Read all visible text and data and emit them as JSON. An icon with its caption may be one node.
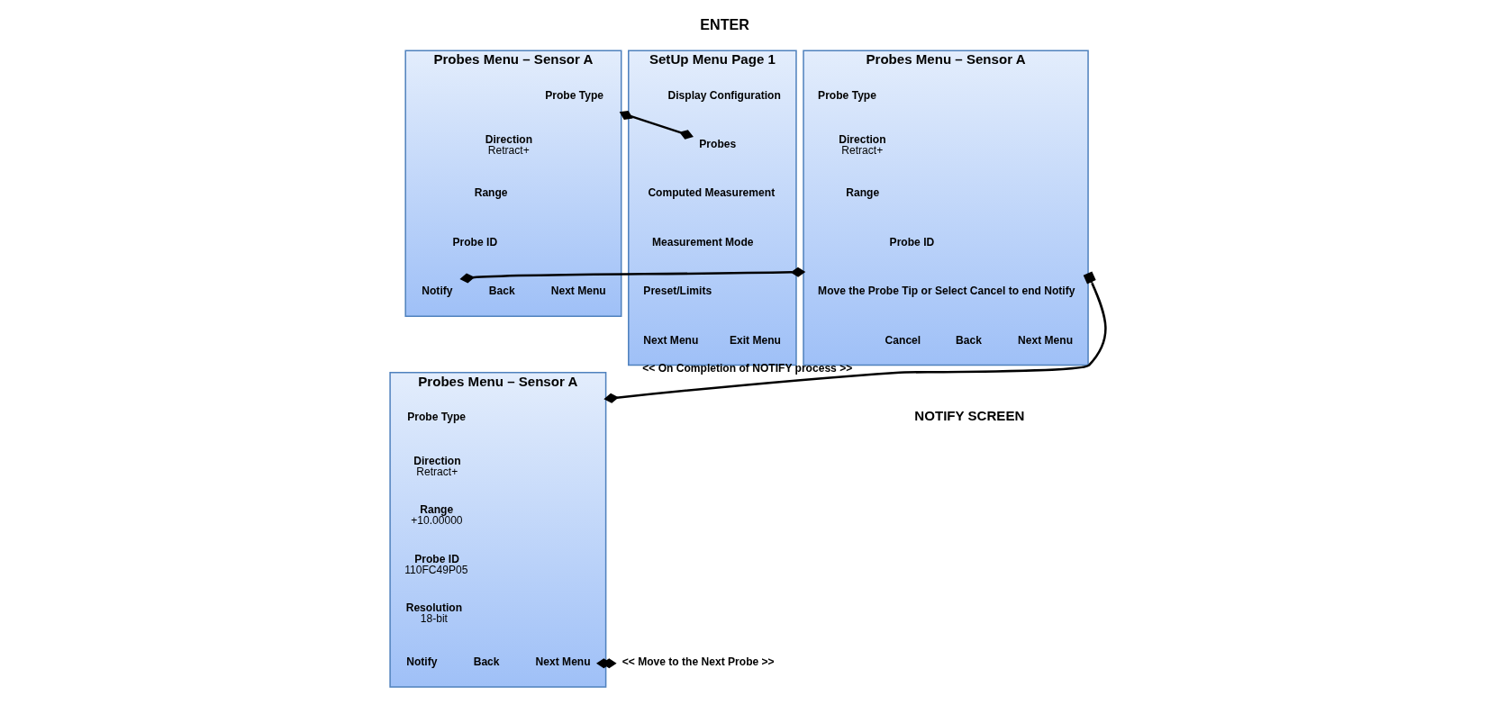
{
  "diagram": {
    "nodes": [
      {
        "text": [
          "SetUp Menu Page 1"
        ]
      },
      {
        "text": [
          "Display Configuration"
        ],
        "in": 0
      },
      {
        "text": [
          "Probes"
        ],
        "in": 0
      },
      {
        "text": [
          "Computed Measurement"
        ],
        "in": 0
      },
      {
        "text": [
          "Measurement Mode"
        ],
        "in": 0
      },
      {
        "text": [
          "Preset/Limits"
        ],
        "in": 0
      },
      {
        "text": [
          "Next Menu"
        ],
        "in": 0
      },
      {
        "text": [
          "Exit Menu"
        ],
        "in": 0
      },
      {
        "text": [
          "Probes Menu – Sensor A"
        ]
      },
      {
        "text": [
          "Probe Type"
        ],
        "in": 8
      },
      {
        "text": [
          "Direction",
          "Retract+"
        ],
        "in": 8
      },
      {
        "text": [
          "Range"
        ],
        "in": 8
      },
      {
        "text": [
          "Probe ID"
        ],
        "in": 8
      },
      {
        "text": [
          "Notify"
        ],
        "in": 8
      },
      {
        "text": [
          "Back"
        ],
        "in": 8
      },
      {
        "text": [
          "Next Menu"
        ],
        "in": 8
      },
      {
        "text": [
          "Probes Menu – Sensor A"
        ],
        "beside": [
          "NOTIFY SCREEN"
        ]
      },
      {
        "text": [
          "Probe Type"
        ],
        "in": 16
      },
      {
        "text": [
          "Direction",
          "Retract+"
        ],
        "in": 16
      },
      {
        "text": [
          "Range"
        ],
        "in": 16
      },
      {
        "text": [
          "Probe ID"
        ],
        "in": 16
      },
      {
        "text": [
          "Move the Probe Tip or Select Cancel to end Notify"
        ],
        "in": 16
      },
      {
        "text": [
          "Cancel"
        ],
        "in": 16
      },
      {
        "text": [
          "Back"
        ],
        "in": 16
      },
      {
        "text": [
          "Next Menu"
        ],
        "in": 16
      },
      {
        "text": [
          "Probes Menu – Sensor A"
        ]
      },
      {
        "text": [
          "Probe Type"
        ],
        "in": 25
      },
      {
        "text": [
          "Direction",
          "Retract+"
        ],
        "in": 25
      },
      {
        "text": [
          "Range",
          "+10.00000"
        ],
        "in": 25
      },
      {
        "text": [
          "Probe ID",
          "110FC49P05"
        ],
        "in": 25
      },
      {
        "text": [
          "Resolution",
          "18-bit"
        ],
        "in": 25
      },
      {
        "text": [
          "Notify"
        ],
        "in": 25
      },
      {
        "text": [
          "Back"
        ],
        "in": 25
      },
      {
        "text": [
          "Next Menu"
        ],
        "in": 25
      },
      {
        "text": [
          "<< Move to the Next Probe >>"
        ]
      }
    ],
    "edges": [
      {
        "from": 2,
        "to": 8,
        "arrow": "other"
      },
      {
        "from": 13,
        "to": 16,
        "arrow": "other"
      },
      {
        "from": 16,
        "to": 25,
        "arrow": "other",
        "label": "<< On Completion of NOTIFY process >>"
      },
      {
        "from": 33,
        "to": 34,
        "arrow": "other"
      }
    ],
    "labels": [
      "ENTER"
    ]
  }
}
